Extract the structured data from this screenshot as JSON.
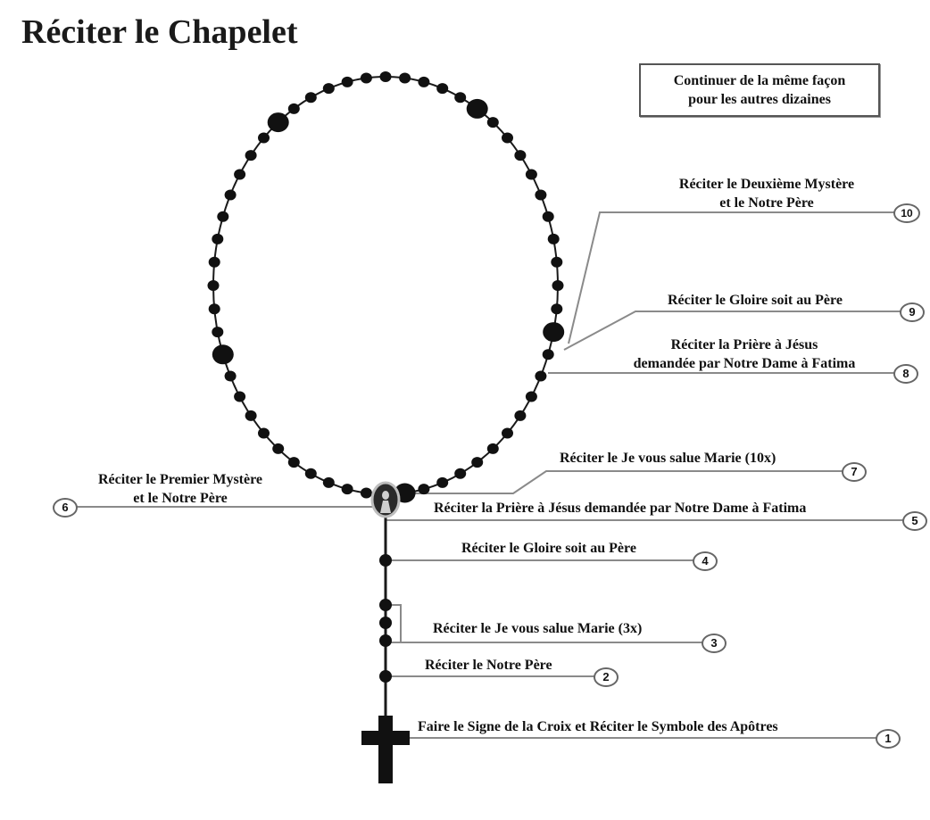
{
  "title": "Réciter le Chapelet",
  "note": {
    "line1": "Continuer de la même façon",
    "line2": "pour les autres dizaines"
  },
  "steps": [
    {
      "number": "1",
      "text": "Faire le Signe de la Croix et Réciter le Symbole des Apôtres"
    },
    {
      "number": "2",
      "text": "Réciter le Notre Père"
    },
    {
      "number": "3",
      "text": "Réciter le Je vous salue Marie (3x)"
    },
    {
      "number": "4",
      "text": "Réciter le Gloire soit au Père"
    },
    {
      "number": "5",
      "text": "Réciter la Prière à Jésus demandée par Notre Dame à Fatima"
    },
    {
      "number": "6",
      "line1": "Réciter le Premier Mystère",
      "line2": "et le Notre Père"
    },
    {
      "number": "7",
      "text": "Réciter le Je vous salue Marie (10x)"
    },
    {
      "number": "8",
      "line1": "Réciter la Prière à Jésus",
      "line2": "demandée par Notre Dame à Fatima"
    },
    {
      "number": "9",
      "text": "Réciter le Gloire soit au Père"
    },
    {
      "number": "10",
      "line1": "Réciter le Deuxième Mystère",
      "line2": "et le Notre Père"
    }
  ],
  "colors": {
    "bead": "#111111",
    "leader_line": "#8a8a8a",
    "badge_border": "#666666",
    "medal_ring": "#bdbdbd"
  }
}
